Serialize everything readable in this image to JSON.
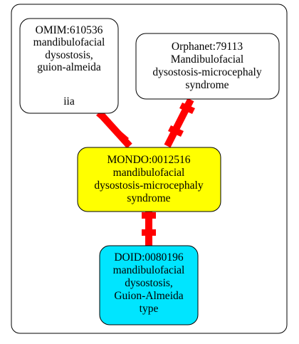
{
  "nodes": {
    "omim": {
      "lines": [
        "OMIM:610536",
        "mandibulofacial",
        "dysostosis,",
        "guion-almeida",
        "",
        "iia"
      ],
      "fill": "#ffffff"
    },
    "orphanet": {
      "lines": [
        "Orphanet:79113",
        "Mandibulofacial",
        "dysostosis-microcephaly",
        "syndrome"
      ],
      "fill": "#ffffff"
    },
    "mondo": {
      "lines": [
        "MONDO:0012516",
        "mandibulofacial",
        "dysostosis-microcephaly",
        "syndrome"
      ],
      "fill": "#ffff00"
    },
    "doid": {
      "lines": [
        "DOID:0080196",
        "mandibulofacial",
        "dysostosis,",
        "Guion-Almeida",
        "type"
      ],
      "fill": "#00e5ff"
    }
  },
  "edges": [
    {
      "from": "omim",
      "to": "mondo",
      "color": "#ff0000"
    },
    {
      "from": "orphanet",
      "to": "mondo",
      "color": "#ff0000"
    },
    {
      "from": "mondo",
      "to": "doid",
      "color": "#ff0000"
    }
  ]
}
